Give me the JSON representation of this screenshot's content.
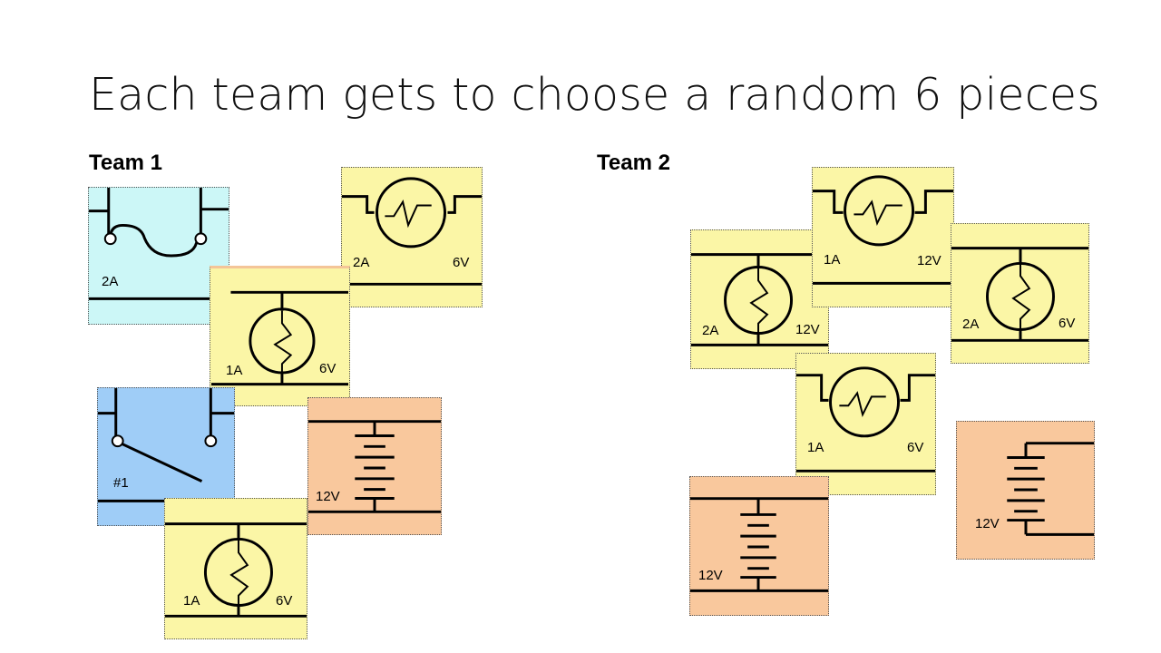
{
  "slide": {
    "title": "Each team gets to choose a random 6 pieces",
    "team1_label": "Team 1",
    "team2_label": "Team 2"
  },
  "colors": {
    "fuse": "#ccf7f7",
    "switch": "#9fcdf7",
    "lamp": "#fbf6a6",
    "battery": "#f9c89d",
    "wire": "#000000"
  },
  "team1": {
    "fuse": {
      "rating": "2A"
    },
    "lamp_top": {
      "current": "2A",
      "voltage": "6V"
    },
    "lamp_mid": {
      "current": "1A",
      "voltage": "6V"
    },
    "switch": {
      "id": "#1"
    },
    "battery": {
      "voltage": "12V"
    },
    "lamp_bottom": {
      "current": "1A",
      "voltage": "6V"
    }
  },
  "team2": {
    "lamp_left": {
      "current": "2A",
      "voltage": "12V"
    },
    "lamp_top": {
      "current": "1A",
      "voltage": "12V"
    },
    "lamp_right": {
      "current": "2A",
      "voltage": "6V"
    },
    "lamp_mid": {
      "current": "1A",
      "voltage": "6V"
    },
    "battery_left": {
      "voltage": "12V"
    },
    "battery_right": {
      "voltage": "12V"
    }
  }
}
